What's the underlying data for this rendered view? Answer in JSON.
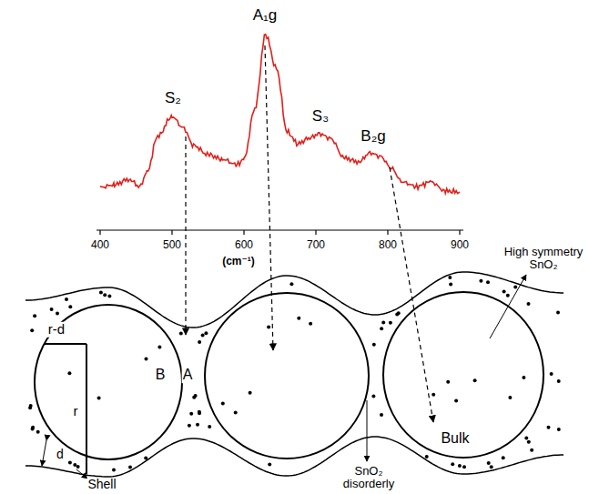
{
  "diagram": {
    "nodes": [
      {
        "text": [
          "Bulk"
        ]
      }
    ],
    "labels": [
      "S₂",
      "A₁g",
      "S₃",
      "B₂g",
      "400",
      "500",
      "600",
      "700",
      "800",
      "900",
      "(cm⁻¹)",
      "r-d",
      "r",
      "B",
      "A",
      "d",
      "Shell",
      "High symmetry SnO₂",
      "SnO₂ disorderly"
    ]
  }
}
